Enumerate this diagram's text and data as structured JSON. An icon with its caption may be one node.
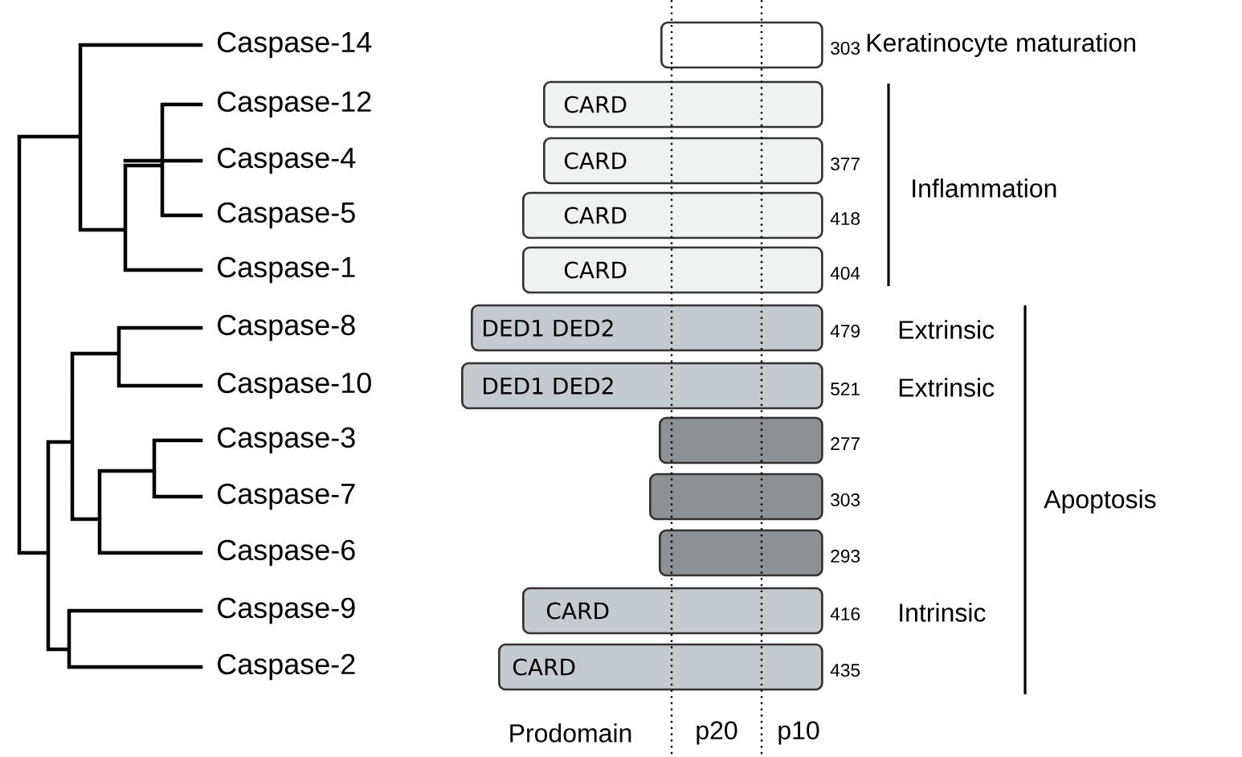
{
  "diagram": {
    "nodes": [
      {
        "text": [],
        "shape": "bar",
        "beside": [
          "303"
        ]
      },
      {
        "text": [
          "CARD"
        ]
      },
      {
        "text": [
          "CARD"
        ],
        "beside": [
          "377"
        ]
      },
      {
        "text": [
          "CARD"
        ],
        "beside": [
          "418"
        ]
      },
      {
        "text": [
          "CARD"
        ],
        "beside": [
          "404"
        ]
      },
      {
        "text": [
          "DED1 DED2"
        ],
        "beside": [
          "479"
        ]
      },
      {
        "text": [
          "DED1 DED2"
        ],
        "beside": [
          "521"
        ]
      },
      {
        "text": [],
        "shape": "bar",
        "beside": [
          "277"
        ]
      },
      {
        "text": [],
        "shape": "bar",
        "beside": [
          "303"
        ]
      },
      {
        "text": [],
        "shape": "bar",
        "beside": [
          "293"
        ]
      },
      {
        "text": [
          "CARD"
        ],
        "beside": [
          "416"
        ]
      },
      {
        "text": [
          "CARD"
        ],
        "beside": [
          "435"
        ]
      }
    ],
    "labels": [
      "Caspase-14",
      "Keratinocyte maturation",
      "Caspase-12",
      "Caspase-4",
      "Inflammation",
      "Caspase-5",
      "Caspase-1",
      "Caspase-8",
      "Extrinsic",
      "Caspase-10",
      "Extrinsic",
      "Caspase-3",
      "Caspase-7",
      "Apoptosis",
      "Caspase-6",
      "Caspase-9",
      "Intrinsic",
      "Caspase-2",
      "Prodomain",
      "p20",
      "p10"
    ]
  }
}
